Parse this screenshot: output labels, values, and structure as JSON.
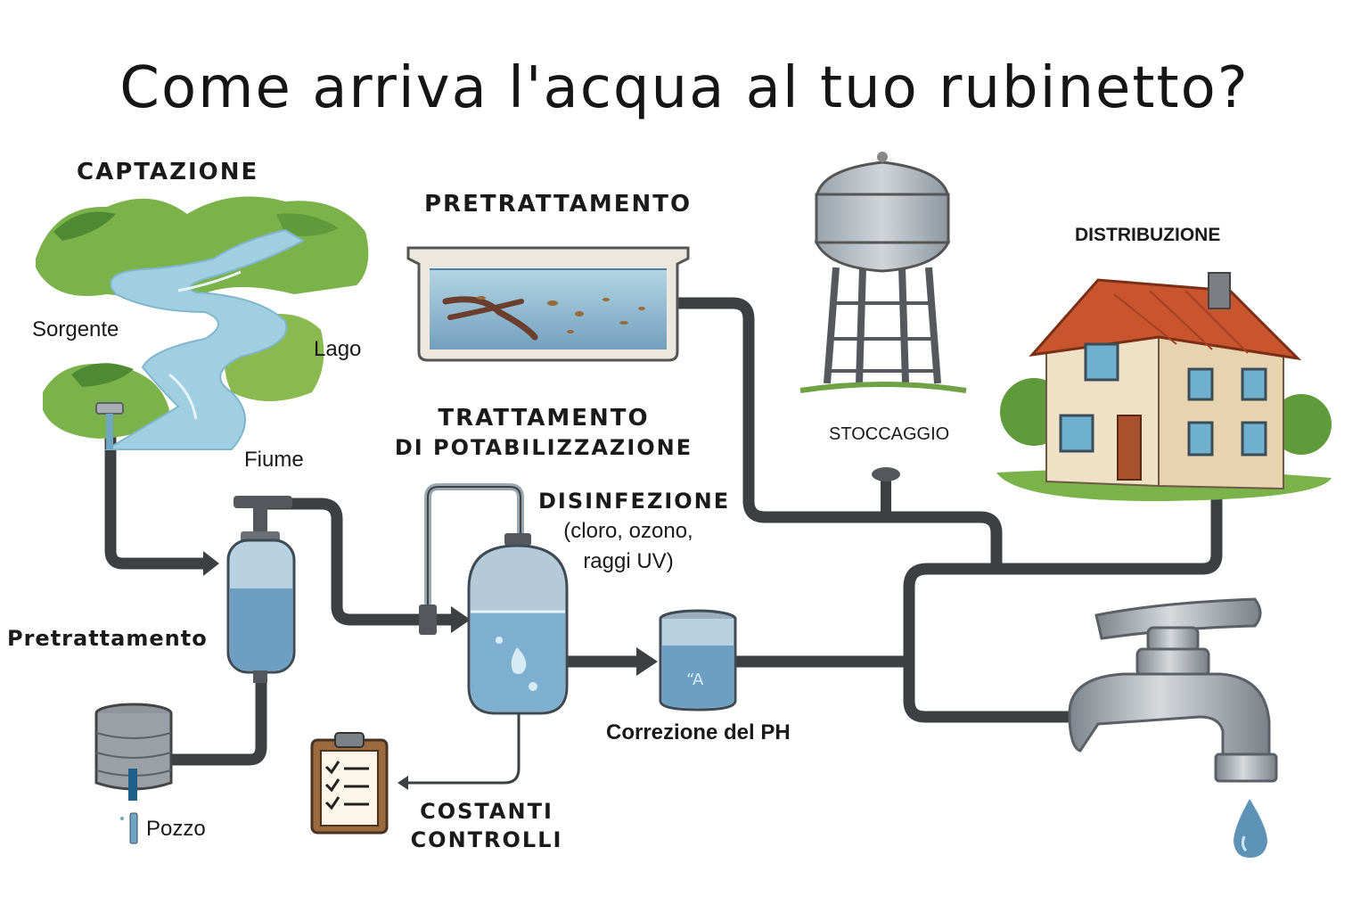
{
  "title": "Come arriva l'acqua al tuo rubinetto?",
  "labels": {
    "captazione": "CAPTAZIONE",
    "sorgente": "Sorgente",
    "lago": "Lago",
    "fiume": "Fiume",
    "pretrattamento_top": "PRETRATTAMENTO",
    "trattamento_line1": "TRATTAMENTO",
    "trattamento_line2": "DI POTABILIZZAZIONE",
    "stoccaggio": "STOCCAGGIO",
    "distribuzione": "DISTRIBUZIONE",
    "disinfezione": "DISINFEZIONE",
    "disinfezione_detail1": "(cloro, ozono,",
    "disinfezione_detail2": "raggi UV)",
    "pretrattamento_left": "Pretrattamento",
    "correzione_ph": "Correzione del PH",
    "costanti_line1": "COSTANTI",
    "costanti_line2": "CONTROLLI",
    "pozzo": "Pozzo"
  },
  "colors": {
    "pipe": "#4a4d50",
    "water": "#8cc3dc",
    "grass": "#7cb24a",
    "roof": "#c8552e",
    "wall": "#efe1c6",
    "metal": "#a7adb3"
  },
  "icons": [
    "river-landscape-icon",
    "settling-tank-icon",
    "water-tower-icon",
    "house-icon",
    "filter-tank-icon",
    "disinfection-tank-icon",
    "ph-cup-icon",
    "faucet-icon",
    "well-icon",
    "clipboard-icon",
    "water-drop-icon"
  ]
}
